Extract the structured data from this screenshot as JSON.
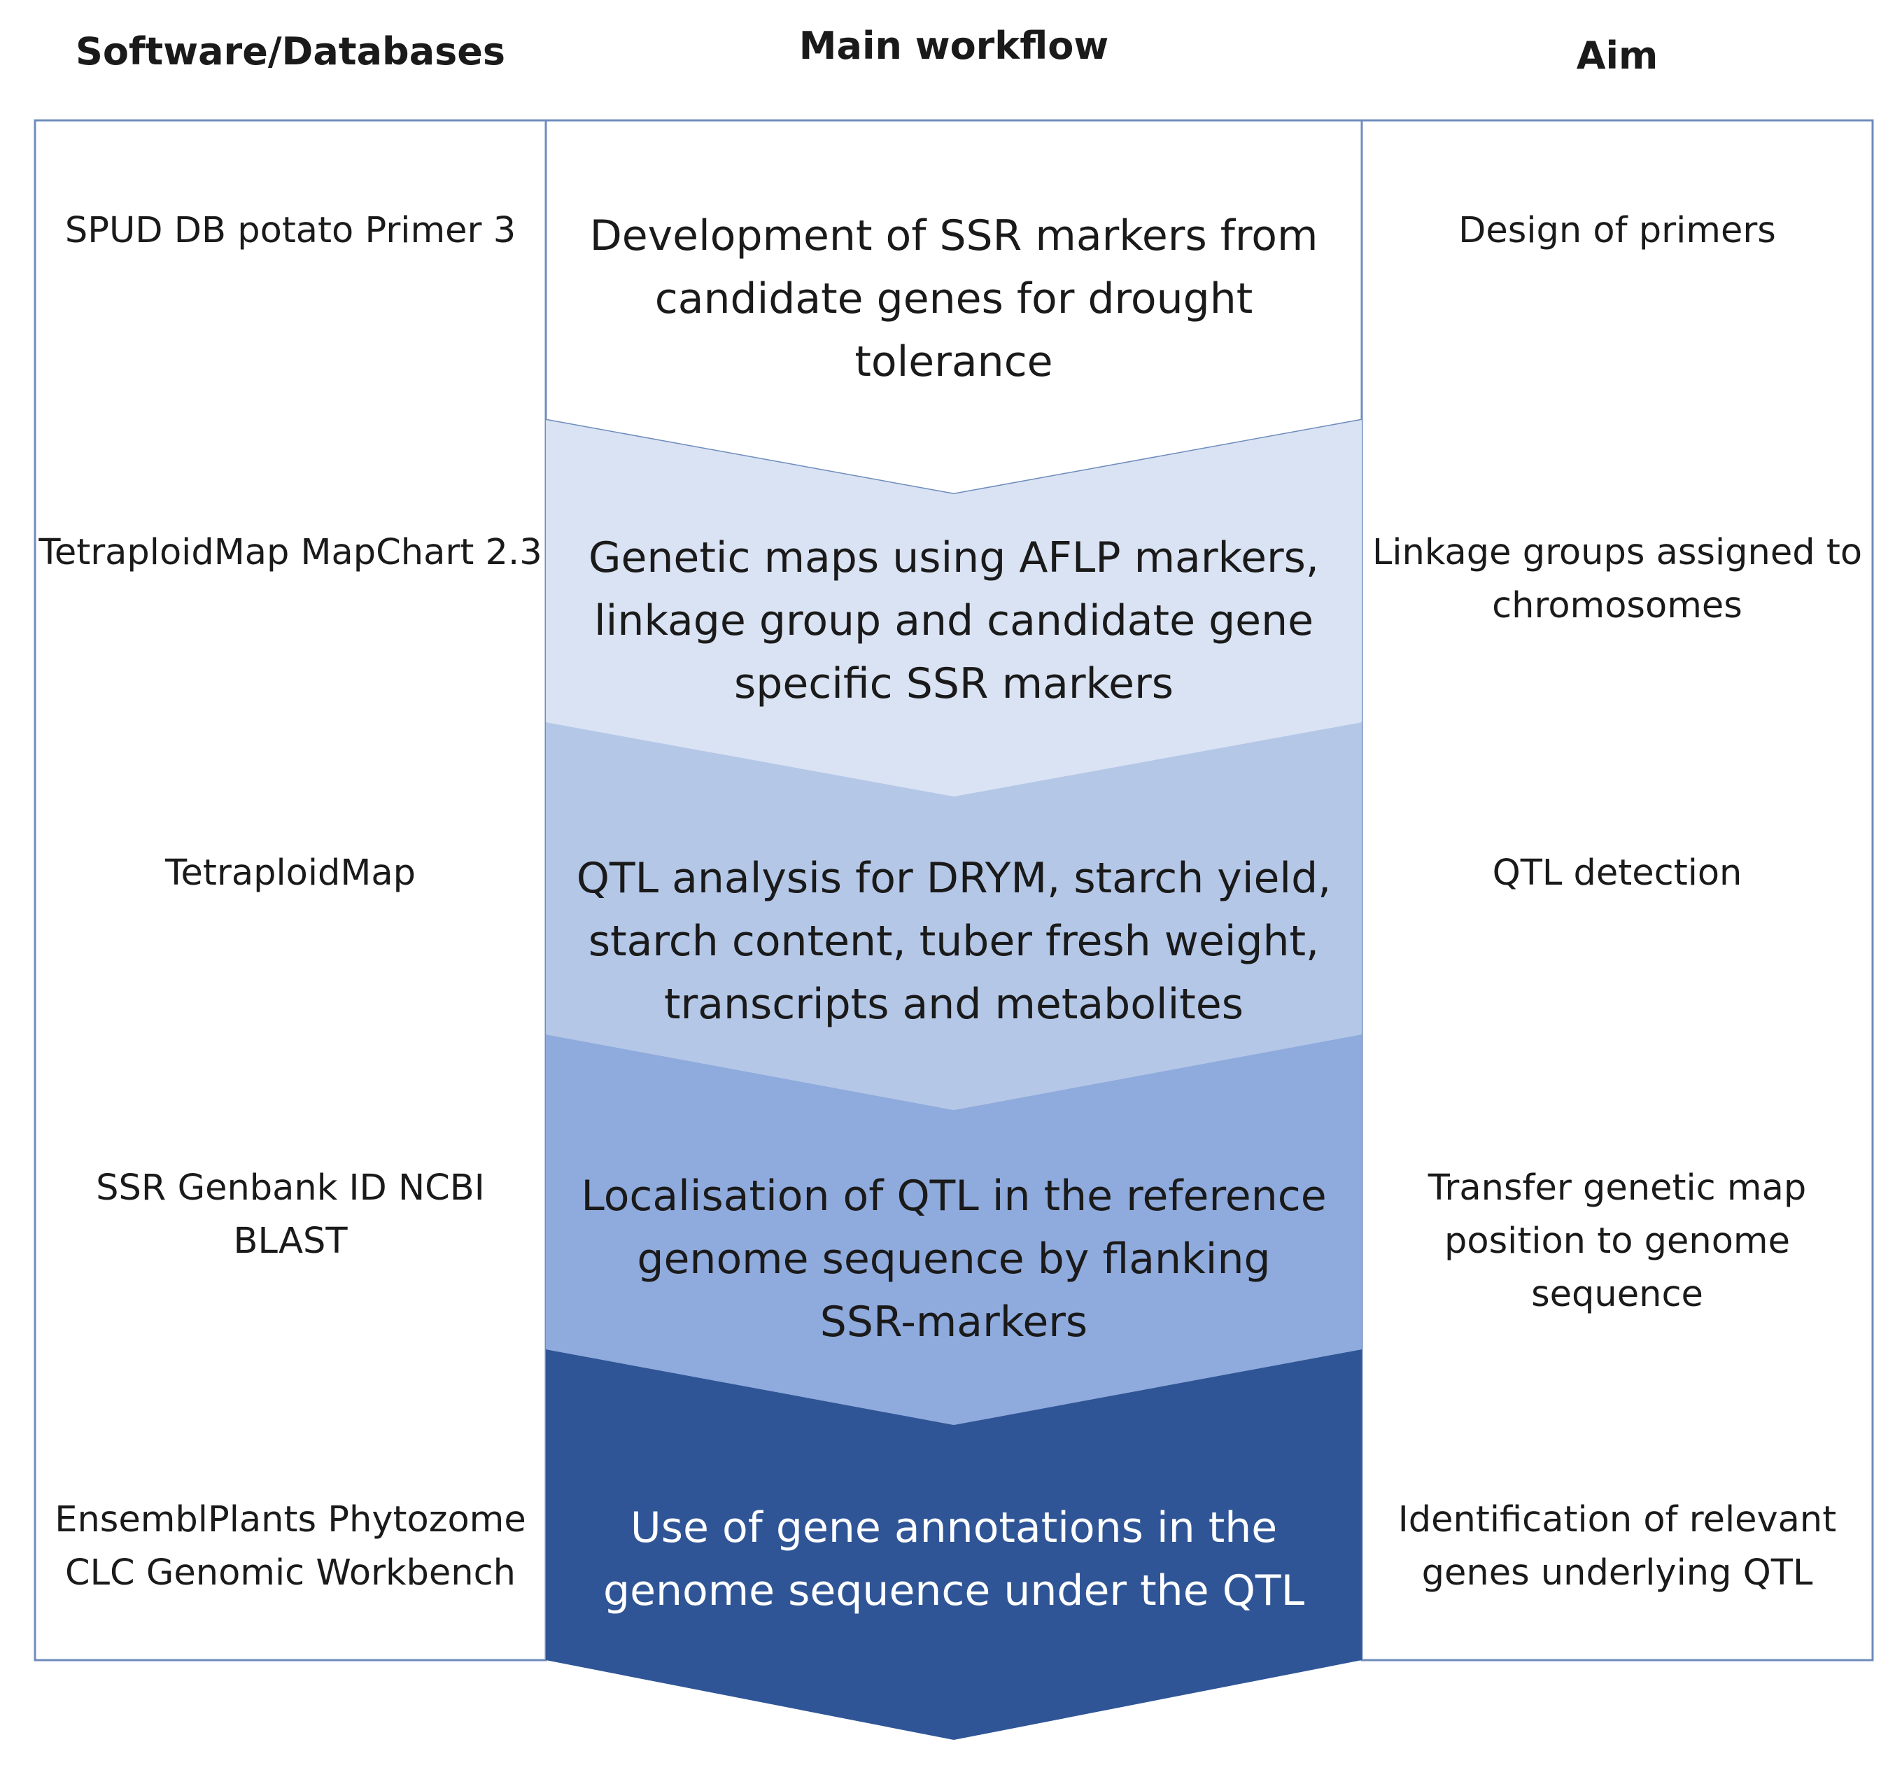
{
  "headers": {
    "software": "Software/Databases",
    "workflow": "Main workflow",
    "aim": "Aim"
  },
  "colors": {
    "border": "#6f8cbd",
    "step1": "#ffffff",
    "step2": "#dae3f3",
    "step3": "#b4c7e7",
    "step4": "#8faadc",
    "step5": "#2f5597",
    "text_dark": "#1a1a1a",
    "text_light": "#ffffff"
  },
  "rows": [
    {
      "software": [
        "SPUD DB potato",
        "Primer 3"
      ],
      "step": [
        "Development of SSR markers from",
        "candidate genes for drought",
        "tolerance"
      ],
      "aim": [
        "Design of primers"
      ]
    },
    {
      "software": [
        "TetraploidMap",
        "MapChart 2.3"
      ],
      "step": [
        "Genetic maps using AFLP markers,",
        "linkage group  and candidate gene",
        "specific SSR markers"
      ],
      "aim": [
        "Linkage groups assigned",
        "to chromosomes"
      ]
    },
    {
      "software": [
        "TetraploidMap"
      ],
      "step": [
        "QTL analysis for DRYM, starch yield,",
        "starch content, tuber fresh weight,",
        "transcripts and metabolites"
      ],
      "aim": [
        "QTL detection"
      ]
    },
    {
      "software": [
        "SSR Genbank ID",
        "NCBI",
        "BLAST"
      ],
      "step": [
        "Localisation of QTL in the reference",
        "genome sequence by flanking",
        "SSR-markers"
      ],
      "aim": [
        "Transfer genetic map",
        "position to",
        "genome sequence"
      ]
    },
    {
      "software": [
        "EnsemblPlants",
        "Phytozome",
        "CLC Genomic Workbench"
      ],
      "step": [
        "Use of gene annotations in the",
        "genome sequence under the QTL"
      ],
      "aim": [
        "Identification of relevant",
        "genes underlying QTL"
      ]
    }
  ]
}
